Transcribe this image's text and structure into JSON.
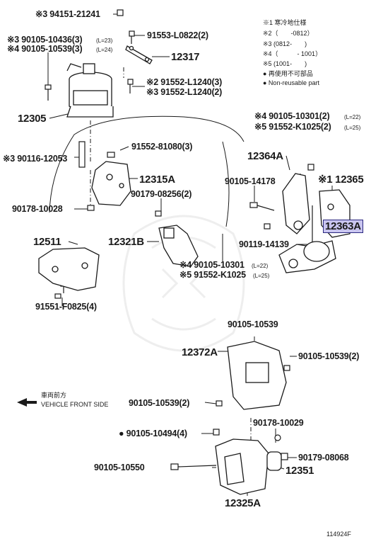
{
  "legend": {
    "l1": "※1 寒冷地仕様",
    "l2": "※2（　　-0812）",
    "l3": "※3 (0812-　　)",
    "l4": "※4（　　　- 1001）",
    "l5": "※5 (1001-　　)",
    "l6": "● 再使用不可部品",
    "l7": "● Non-reusable part"
  },
  "labels": {
    "p94151": "※3 94151-21241",
    "p90105_10436": "※3 90105-10436(3)",
    "p90105_10436_note": "(L=23)",
    "p90105_10539_3": "※4 90105-10539(3)",
    "p90105_10539_3_note": "(L=24)",
    "p91553": "91553-L0822(2)",
    "p12317": "12317",
    "p91552_L1240a": "※2 91552-L1240(3)",
    "p91552_L1240b": "※3 91552-L1240(2)",
    "p12305": "12305",
    "p91552_81080": "91552-81080(3)",
    "p90116": "※3 90116-12053",
    "p12315A": "12315A",
    "p90179_08256": "90179-08256(2)",
    "p90178_10028": "90178-10028",
    "p12511": "12511",
    "p12321B": "12321B",
    "p91551": "91551-F0825(4)",
    "p90105_10301a": "※4 90105-10301(2)",
    "p90105_10301a_note": "(L=22)",
    "p91552_K1025a": "※5 91552-K1025(2)",
    "p91552_K1025a_note": "(L=25)",
    "p12364A": "12364A",
    "p90105_14178": "90105-14178",
    "p12365": "※1 12365",
    "p90105_10301b": "※4 90105-10301",
    "p90105_10301b_note": "(L=22)",
    "p91552_K1025b": "※5 91552-K1025",
    "p91552_K1025b_note": "(L=25)",
    "p12363A": "12363A",
    "p90119": "90119-14139",
    "p90105_10539_top": "90105-10539",
    "p12372A": "12372A",
    "p90105_10539_right": "90105-10539(2)",
    "p90105_10539_left": "90105-10539(2)",
    "p90105_10494": "● 90105-10494(4)",
    "p90178_10029": "90178-10029",
    "p90179_08068": "90179-08068",
    "p90105_10550": "90105-10550",
    "p12351": "12351",
    "p12325A": "12325A"
  },
  "direction": {
    "jp": "車両前方",
    "en": "VEHICLE FRONT SIDE"
  },
  "figure_number": "114924F",
  "colors": {
    "highlight_fill": "#c9c5ef",
    "highlight_border": "#2a2780",
    "line": "#1a1a1a"
  }
}
